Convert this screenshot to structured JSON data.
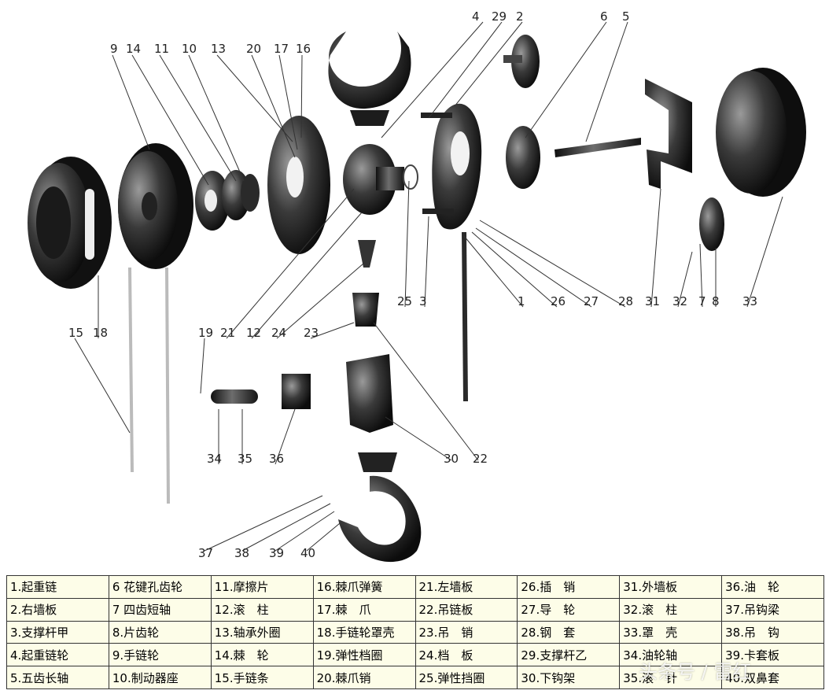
{
  "callouts": [
    "9",
    "14",
    "11",
    "10",
    "13",
    "20",
    "17",
    "16",
    "4",
    "29",
    "2",
    "6",
    "5",
    "15",
    "18",
    "19",
    "21",
    "12",
    "24",
    "23",
    "25",
    "3",
    "1",
    "26",
    "27",
    "28",
    "31",
    "32",
    "7",
    "8",
    "33",
    "34",
    "35",
    "36",
    "30",
    "22",
    "37",
    "38",
    "39",
    "40"
  ],
  "legend": [
    [
      "1.起重链",
      "6 花键孔齿轮",
      "11.摩擦片",
      "16.棘爪弹簧",
      "21.左墙板",
      "26.插　销",
      "31.外墙板",
      "36.油　轮"
    ],
    [
      "2.右墙板",
      "7 四齿短轴",
      "12.滚　柱",
      "17.棘　爪",
      "22.吊链板",
      "27.导　轮",
      "32.滚　柱",
      "37.吊钩梁"
    ],
    [
      "3.支撑杆甲",
      "8.片齿轮",
      "13.轴承外圈",
      "18.手链轮罩壳",
      "23.吊　销",
      "28.钢　套",
      "33.罩　壳",
      "38.吊　钩"
    ],
    [
      "4.起重链轮",
      "9.手链轮",
      "14.棘　轮",
      "19.弹性档圈",
      "24.档　板",
      "29.支撑杆乙",
      "34.油轮轴",
      "39.卡套板"
    ],
    [
      "5.五齿长轴",
      "10.制动器座",
      "15.手链条",
      "20.棘爪销",
      "25.弹性挡圈",
      "30.下钩架",
      "35.滚　针",
      "40.双鼻套"
    ]
  ],
  "watermark": "头条号 / 雷红",
  "colors": {
    "part": "#141414",
    "leader": "#333333",
    "legend_bg": "#fdfde8"
  }
}
